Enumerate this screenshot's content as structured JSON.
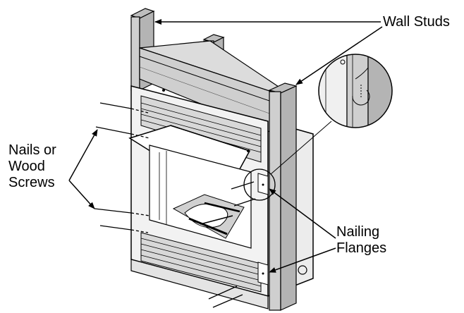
{
  "labels": {
    "wall_studs": "Wall Studs",
    "nails_or_screws": [
      "Nails or",
      "Wood",
      "Screws"
    ],
    "nailing_flanges": [
      "Nailing",
      "Flanges"
    ]
  },
  "colors": {
    "line": "#000000",
    "stud_fill": "#cfcfcf",
    "stud_shade": "#b4b4b4",
    "box_fill": "#e6e6e6",
    "background": "#ffffff"
  }
}
